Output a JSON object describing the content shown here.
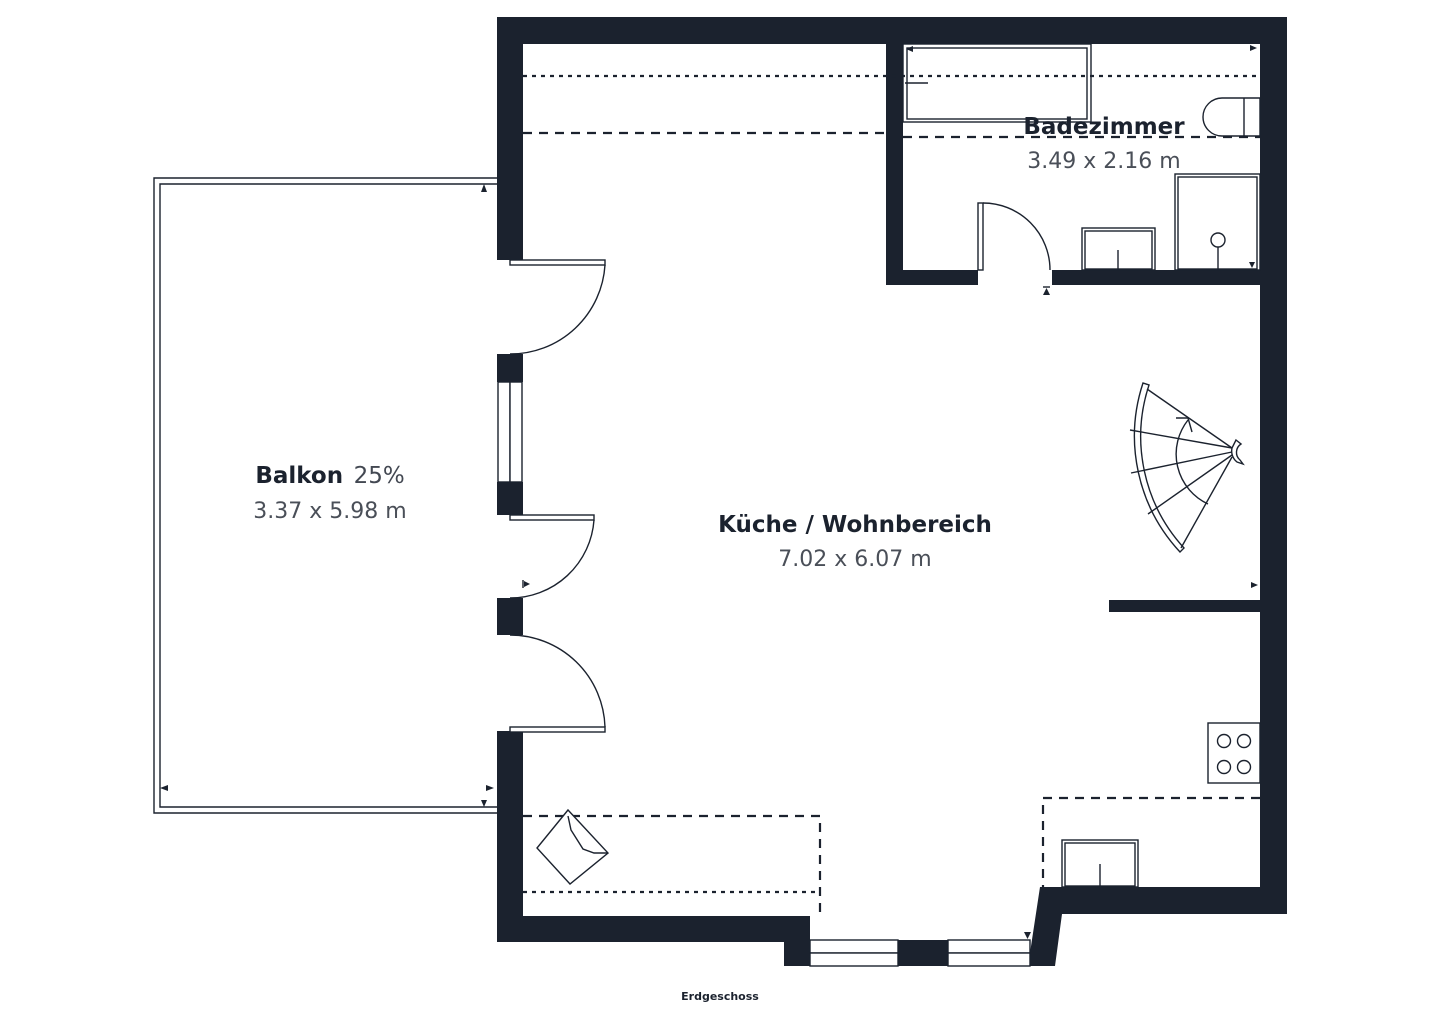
{
  "plan": {
    "floor_label": "Erdgeschoss",
    "wall_color": "#1b222e",
    "background": "#ffffff",
    "rooms": [
      {
        "id": "balkon",
        "name": "Balkon",
        "extra": "25%",
        "dimensions": "3.37 x 5.98 m"
      },
      {
        "id": "kueche",
        "name": "Küche / Wohnbereich",
        "extra": "",
        "dimensions": "7.02 x 6.07 m"
      },
      {
        "id": "bad",
        "name": "Badezimmer",
        "extra": "",
        "dimensions": "3.49 x 2.16 m"
      }
    ],
    "fixtures": [
      "bathtub",
      "toilet",
      "washbasin",
      "shower",
      "bathroom-door",
      "spiral-staircase",
      "cooktop",
      "kitchen-sink",
      "armchair",
      "balcony-door-upper",
      "balcony-door-lower",
      "balcony-door-bottom",
      "window-west",
      "window-south-left",
      "window-south-right"
    ]
  }
}
